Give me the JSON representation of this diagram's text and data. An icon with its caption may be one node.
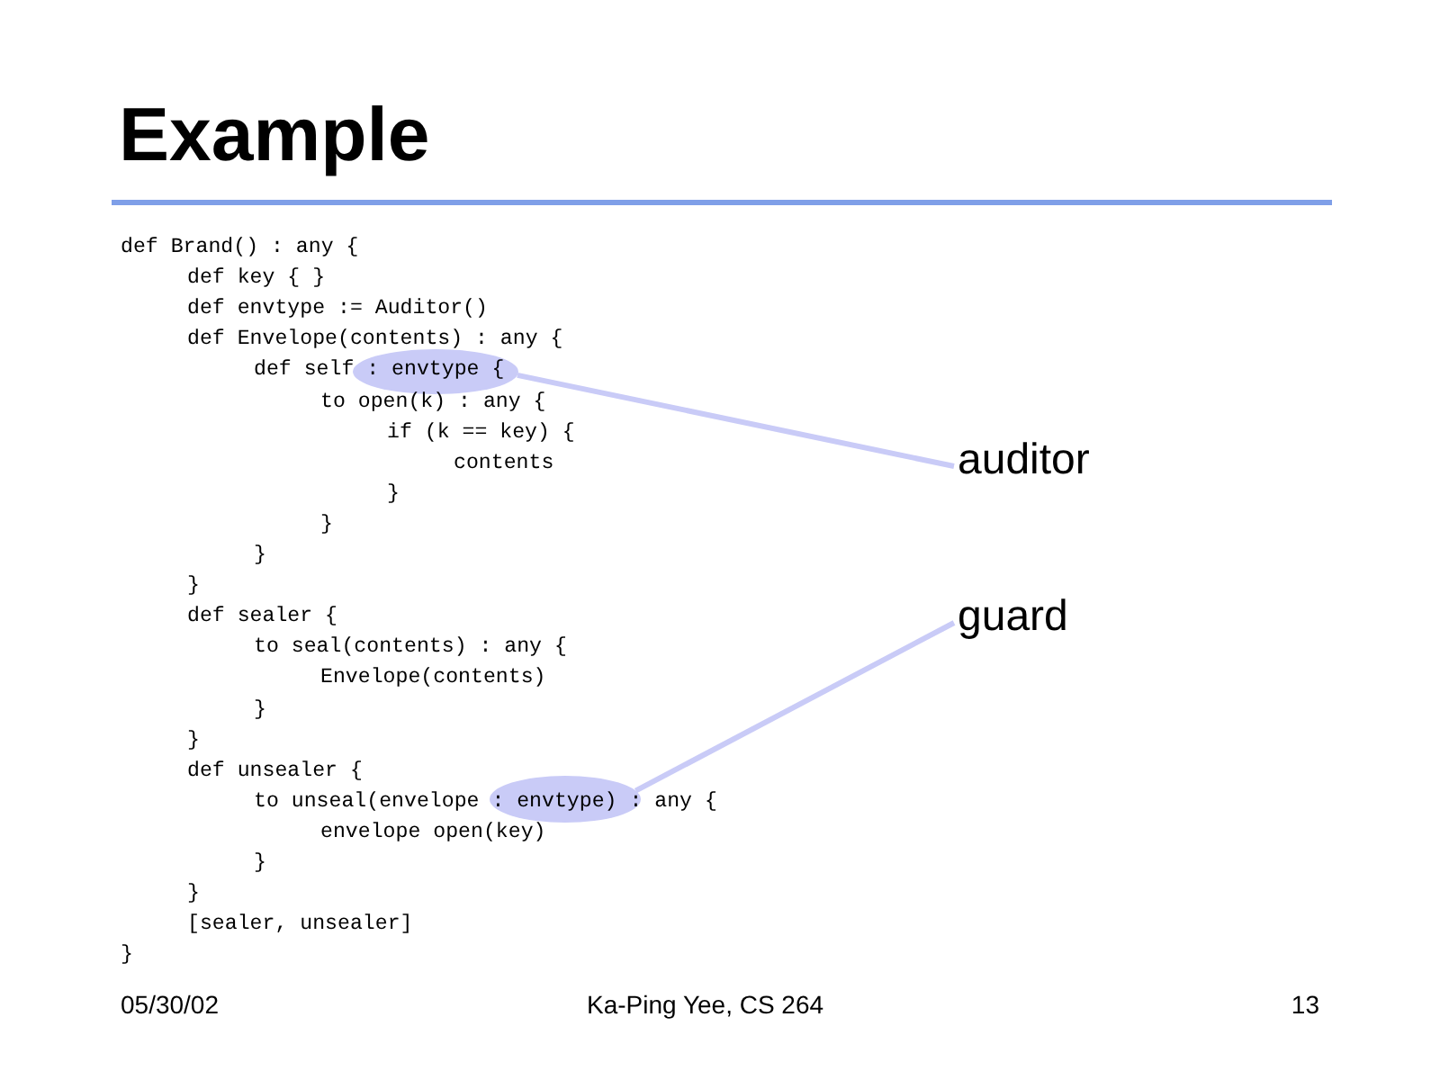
{
  "diagram": {
    "title": "Example",
    "nodes": [
      {
        "text": [],
        "shape": "ellipse"
      },
      {
        "text": [
          "auditor"
        ]
      },
      {
        "text": [
          "guard"
        ]
      },
      {
        "text": [],
        "shape": "ellipse"
      }
    ],
    "edges": [
      {
        "from": 1,
        "to": 0,
        "arrow": "none"
      },
      {
        "from": 2,
        "to": 3,
        "arrow": "none"
      }
    ],
    "labels": [
      "def Brand() : any {",
      "def key { }",
      "def envtype := Auditor()",
      "def Envelope(contents) : any {",
      "def self : envtype {",
      "to open(k) : any {",
      "if (k == key) {",
      "contents",
      "}",
      "}",
      "}",
      "}",
      "def sealer {",
      "to seal(contents) : any {",
      "Envelope(contents)",
      "}",
      "}",
      "def unsealer {",
      "to unseal(envelope : envtype) : any {",
      "envelope open(key)",
      "}",
      "}",
      "[sealer, unsealer]",
      "}",
      "05/30/02",
      "Ka-Ping Yee, CS 264",
      "13"
    ]
  }
}
